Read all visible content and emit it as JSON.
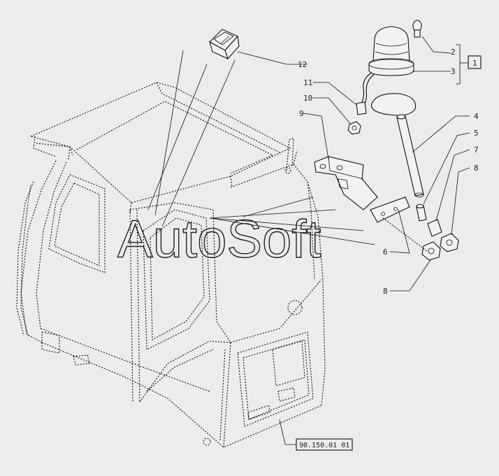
{
  "callouts": [
    {
      "id": "c2",
      "text": "2"
    },
    {
      "id": "c3",
      "text": "3"
    },
    {
      "id": "c4",
      "text": "4"
    },
    {
      "id": "c5",
      "text": "5"
    },
    {
      "id": "c6",
      "text": "6"
    },
    {
      "id": "c7",
      "text": "7"
    },
    {
      "id": "c8a",
      "text": "8"
    },
    {
      "id": "c8b",
      "text": "8"
    },
    {
      "id": "c9",
      "text": "9"
    },
    {
      "id": "c10",
      "text": "10"
    },
    {
      "id": "c11",
      "text": "11"
    },
    {
      "id": "c12",
      "text": "12"
    }
  ],
  "group_box_label": "1",
  "reference_label": "90.150.01 01",
  "watermark": "AutoSoft"
}
